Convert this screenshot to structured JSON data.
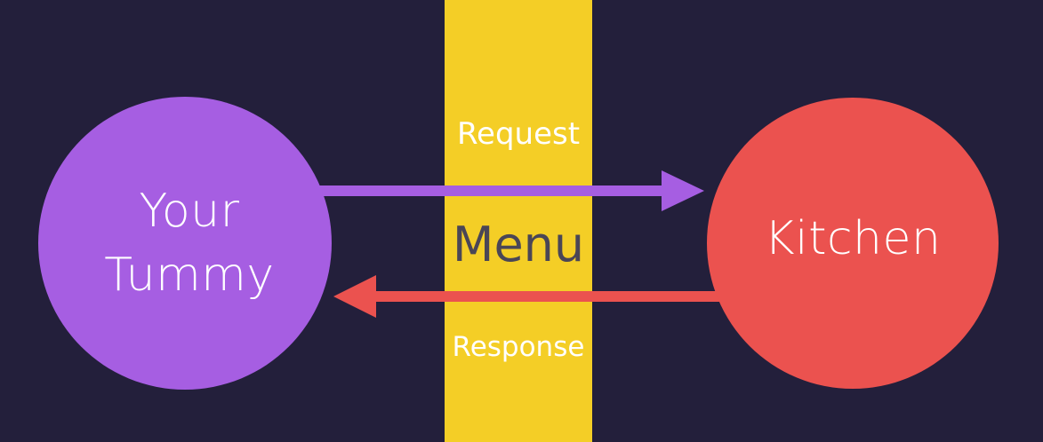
{
  "diagram": {
    "left_node": {
      "label": "Your Tummy",
      "color": "#a65ee2"
    },
    "right_node": {
      "label": "Kitchen",
      "color": "#eb524f"
    },
    "center": {
      "label": "Menu",
      "color": "#f4ce26",
      "text_color": "#4a4656"
    },
    "edges": {
      "request": {
        "label": "Request",
        "direction": "left-to-right",
        "color": "#a65ee2"
      },
      "response": {
        "label": "Response",
        "direction": "right-to-left",
        "color": "#eb524f"
      }
    },
    "background": "#231f3b"
  }
}
